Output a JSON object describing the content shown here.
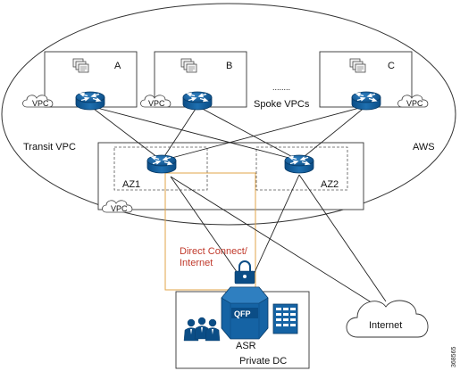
{
  "diagram": {
    "cloud_label": "AWS",
    "transit_label": "Transit VPC",
    "spoke_label": "Spoke VPCs",
    "ellipsis": "........",
    "spokes": [
      {
        "letter": "A",
        "vpc": "VPC"
      },
      {
        "letter": "B",
        "vpc": "VPC"
      },
      {
        "letter": "C",
        "vpc": "VPC"
      }
    ],
    "az1": "AZ1",
    "az2": "AZ2",
    "transit_vpc_tag": "VPC",
    "dc_link_line1": "Direct Connect/",
    "dc_link_line2": "Internet",
    "qfp": "QFP",
    "asr": "ASR",
    "private_dc": "Private DC",
    "internet": "Internet",
    "figure_id": "368565"
  }
}
